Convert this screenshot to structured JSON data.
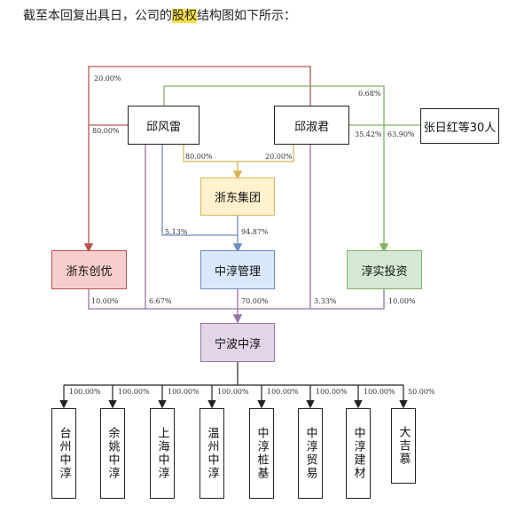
{
  "intro": {
    "before": "截至本回复出具日，公司的",
    "highlight": "股权",
    "after": "结构图如下所示："
  },
  "nodes": {
    "qiu_fenglei": "邱风雷",
    "qiu_shujun": "邱淑君",
    "zhang_rihong": "张日红等30人",
    "zhedong_group": "浙东集团",
    "zhongchun_mgmt": "中淳管理",
    "zhedong_chuangyou": "浙东创优",
    "chunshi_invest": "淳实投资",
    "ningbo_zhongchun": "宁波中淳"
  },
  "subsidiaries": [
    "台州中淳",
    "余姚中淳",
    "上海中淳",
    "温州中淳",
    "中淳桩基",
    "中淳贸易",
    "中淳建材",
    "大吉慕"
  ],
  "edge_labels": {
    "qfl_to_cy_outer": "20.00%",
    "qsj_to_cs_outer": "0.68%",
    "qfl_to_cy": "80.00%",
    "qsj_to_cs": "35.42%",
    "zrh_to_cs": "63.90%",
    "qfl_to_group": "80.00%",
    "qsj_to_group": "20.00%",
    "qfl_to_mgmt": "5.13%",
    "group_to_mgmt": "94.87%",
    "cy_to_nb": "10.00%",
    "qfl_to_nb": "6.67%",
    "mgmt_to_nb": "70.00%",
    "qsj_to_nb": "3.33%",
    "cs_to_nb": "10.00%"
  },
  "subsidiary_pcts": [
    "100.00%",
    "100.00%",
    "100.00%",
    "100.00%",
    "100.00%",
    "100.00%",
    "100.00%",
    "50.00%"
  ],
  "colors": {
    "red": "#b85450",
    "green": "#82b366",
    "blue": "#6c8ebf",
    "yellow": "#d6b656",
    "purple": "#9673a6",
    "black": "#222222"
  }
}
